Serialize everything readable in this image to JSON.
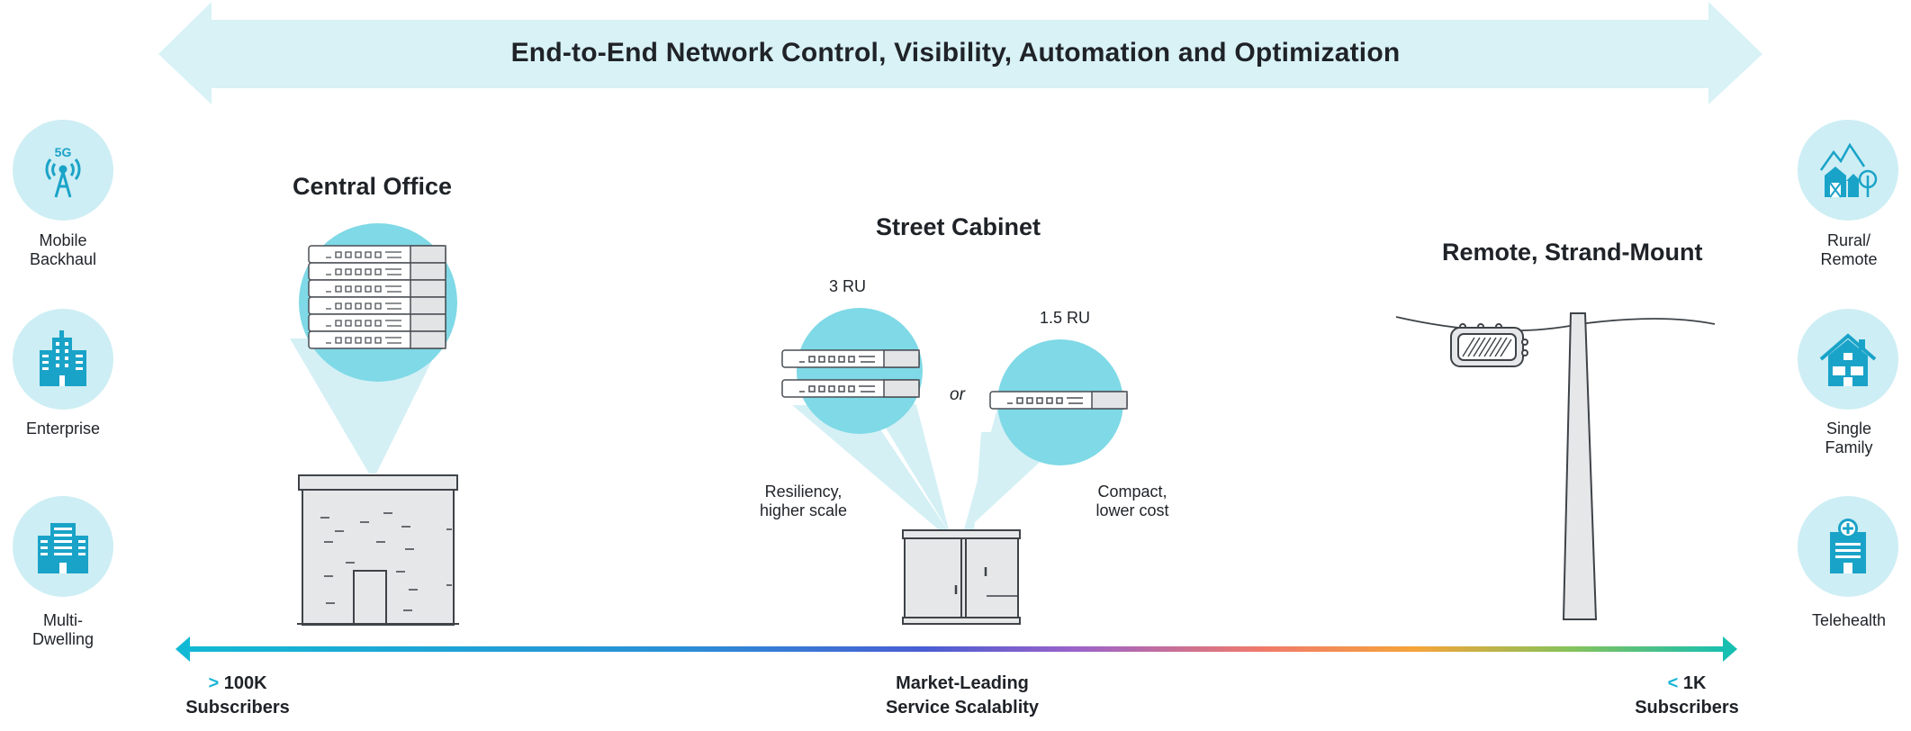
{
  "banner": {
    "title": "End-to-End Network Control, Visibility, Automation and Optimization",
    "color": "#d8f2f6"
  },
  "left_segments": [
    {
      "label": "Mobile\nBackhaul",
      "icon": "5g-tower-icon"
    },
    {
      "label": "Enterprise",
      "icon": "office-building-icon"
    },
    {
      "label": "Multi-\nDwelling",
      "icon": "apartment-building-icon"
    }
  ],
  "right_segments": [
    {
      "label": "Rural/\nRemote",
      "icon": "farm-barn-icon"
    },
    {
      "label": "Single\nFamily",
      "icon": "house-icon"
    },
    {
      "label": "Telehealth",
      "icon": "hospital-icon"
    }
  ],
  "sites": {
    "central_office": {
      "title": "Central Office"
    },
    "street_cabinet": {
      "title": "Street Cabinet",
      "option_a_size": "3 RU",
      "option_b_size": "1.5 RU",
      "or_text": "or",
      "option_a_caption": "Resiliency,\nhigher scale",
      "option_b_caption": "Compact,\nlower cost"
    },
    "remote": {
      "title": "Remote, Strand-Mount"
    }
  },
  "scale": {
    "left_prefix": ">",
    "left_value": "100K",
    "left_unit": "Subscribers",
    "center_line1": "Market-Leading",
    "center_line2": "Service Scalablity",
    "right_prefix": "<",
    "right_value": "1K",
    "right_unit": "Subscribers",
    "accent_color": "#1ab4d6"
  },
  "colors": {
    "icon_circle": "#cdeef4",
    "device_bubble": "#7fd9e6",
    "icon_blue": "#1aa3c8"
  }
}
